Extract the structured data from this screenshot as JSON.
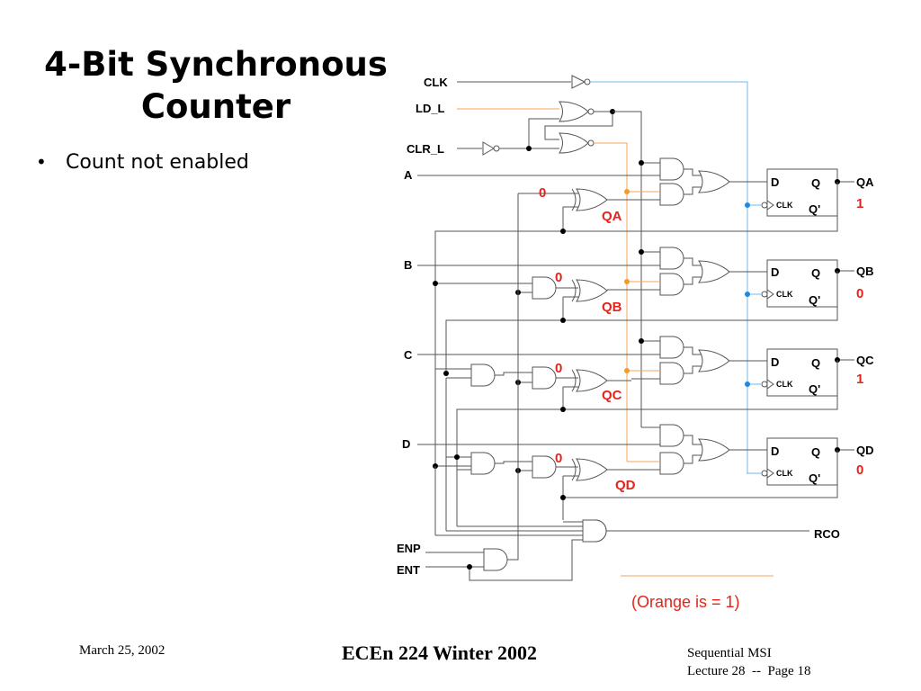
{
  "slide": {
    "title_line1": "4-Bit Synchronous",
    "title_line2": "Counter",
    "bullet": "Count not enabled",
    "bullet_char": "•"
  },
  "circuit": {
    "inputs": {
      "clk": "CLK",
      "ld_l": "LD_L",
      "clr_l": "CLR_L",
      "a": "A",
      "b": "B",
      "c": "C",
      "d": "D",
      "enp": "ENP",
      "ent": "ENT"
    },
    "outputs": {
      "qa": "QA",
      "qb": "QB",
      "qc": "QC",
      "qd": "QD",
      "rco": "RCO"
    },
    "flipflop": {
      "d": "D",
      "q": "Q",
      "qbar": "Q'",
      "clk": "CLK"
    },
    "xor_labels": [
      "QA",
      "QB",
      "QC",
      "QD"
    ],
    "xor_values": [
      "0",
      "0",
      "0",
      "0"
    ],
    "q_values": [
      "1",
      "0",
      "1",
      "0"
    ],
    "legend": "(Orange is = 1)",
    "colors": {
      "logic_one": "#f3a35a",
      "clock": "#6fb8e8",
      "value_text": "#e5231b",
      "wire": "#555555"
    }
  },
  "footer": {
    "date": "March 25, 2002",
    "course": "ECEn 224 Winter 2002",
    "topic": "Sequential MSI",
    "lecture": "Lecture 28  --  Page 18"
  }
}
